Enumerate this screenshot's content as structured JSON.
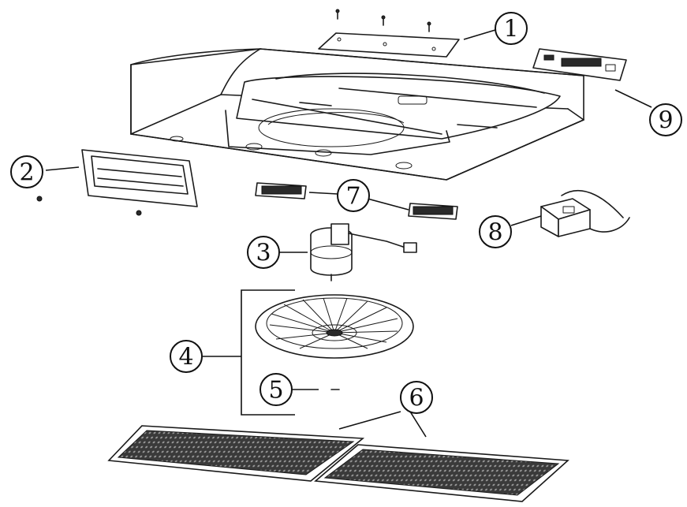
{
  "callouts": [
    {
      "id": "callout-1",
      "label": "1"
    },
    {
      "id": "callout-2",
      "label": "2"
    },
    {
      "id": "callout-3",
      "label": "3"
    },
    {
      "id": "callout-4",
      "label": "4"
    },
    {
      "id": "callout-5",
      "label": "5"
    },
    {
      "id": "callout-6",
      "label": "6"
    },
    {
      "id": "callout-7",
      "label": "7"
    },
    {
      "id": "callout-8",
      "label": "8"
    },
    {
      "id": "callout-9",
      "label": "9"
    }
  ],
  "colors": {
    "line": "#1a1a1a",
    "background": "#ffffff",
    "mesh": "#2a2a2a"
  }
}
